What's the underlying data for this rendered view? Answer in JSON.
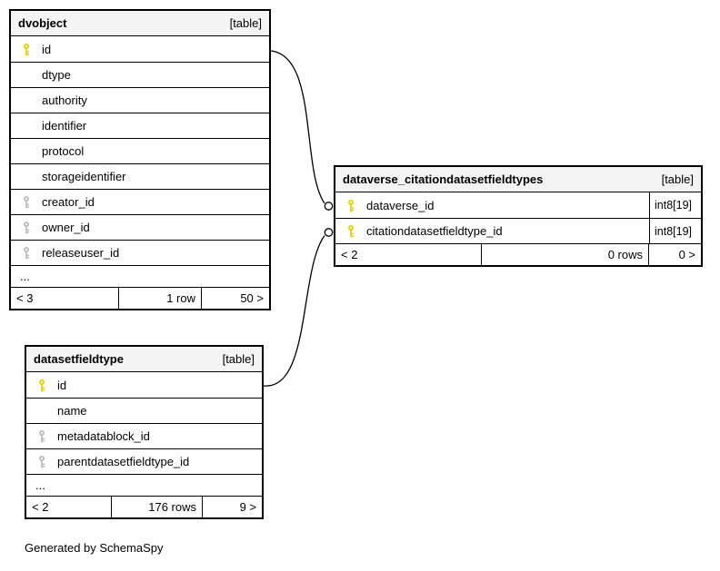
{
  "page": {
    "generated_note": "Generated by SchemaSpy"
  },
  "tables": {
    "dvobject": {
      "title": "dvobject",
      "badge": "[table]",
      "columns": [
        {
          "name": "id",
          "key": "primary"
        },
        {
          "name": "dtype",
          "key": "none"
        },
        {
          "name": "authority",
          "key": "none"
        },
        {
          "name": "identifier",
          "key": "none"
        },
        {
          "name": "protocol",
          "key": "none"
        },
        {
          "name": "storageidentifier",
          "key": "none"
        },
        {
          "name": "creator_id",
          "key": "foreign"
        },
        {
          "name": "owner_id",
          "key": "foreign"
        },
        {
          "name": "releaseuser_id",
          "key": "foreign"
        }
      ],
      "ellipsis": "...",
      "footer": {
        "prev": "< 3",
        "rows": "1 row",
        "next": "50 >"
      }
    },
    "junction": {
      "title": "dataverse_citationdatasetfieldtypes",
      "badge": "[table]",
      "columns": [
        {
          "name": "dataverse_id",
          "key": "primary",
          "type": "int8[19]"
        },
        {
          "name": "citationdatasetfieldtype_id",
          "key": "primary",
          "type": "int8[19]"
        }
      ],
      "footer": {
        "prev": "< 2",
        "rows": "0 rows",
        "next": "0 >"
      }
    },
    "datasetfieldtype": {
      "title": "datasetfieldtype",
      "badge": "[table]",
      "columns": [
        {
          "name": "id",
          "key": "primary"
        },
        {
          "name": "name",
          "key": "none"
        },
        {
          "name": "metadatablock_id",
          "key": "foreign"
        },
        {
          "name": "parentdatasetfieldtype_id",
          "key": "foreign"
        }
      ],
      "ellipsis": "...",
      "footer": {
        "prev": "< 2",
        "rows": "176 rows",
        "next": "9 >"
      }
    }
  },
  "relationships": [
    {
      "from": "dvobject.id",
      "to": "dataverse_citationdatasetfieldtypes.dataverse_id"
    },
    {
      "from": "datasetfieldtype.id",
      "to": "dataverse_citationdatasetfieldtypes.citationdatasetfieldtype_id"
    }
  ]
}
